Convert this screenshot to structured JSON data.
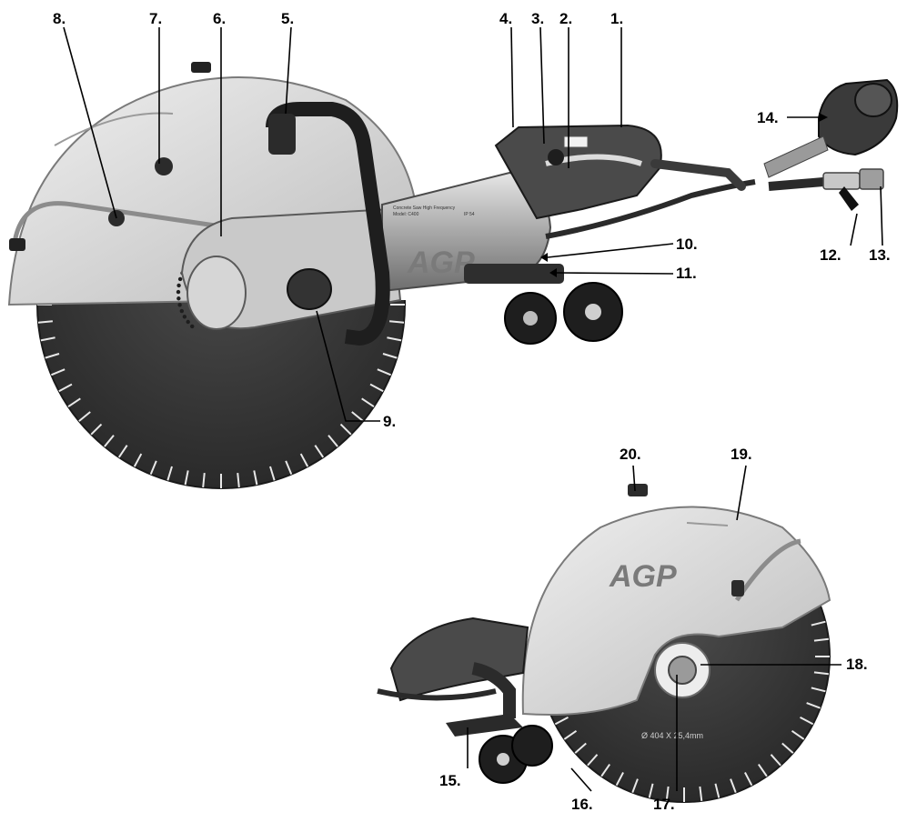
{
  "callouts": {
    "c1": "1.",
    "c2": "2.",
    "c3": "3.",
    "c4": "4.",
    "c5": "5.",
    "c6": "6.",
    "c7": "7.",
    "c8": "8.",
    "c9": "9.",
    "c10": "10.",
    "c11": "11.",
    "c12": "12.",
    "c13": "13.",
    "c14": "14.",
    "c15": "15.",
    "c16": "16.",
    "c17": "17.",
    "c18": "18.",
    "c19": "19.",
    "c20": "20."
  },
  "brand": {
    "logo_side": "AGP",
    "logo_guard": "AGP"
  },
  "motor_plate": {
    "line1": "Concrete Saw High Frequency",
    "line2": "Model: C400",
    "line3": "IP 54"
  },
  "blade_print": "Ø 404 X 25,4mm",
  "colors": {
    "ink": "#000000",
    "blade": "#3a3a3a",
    "guard": "#d9d9d9",
    "handle": "#2b2b2b",
    "motor": "#bdbdbd"
  }
}
